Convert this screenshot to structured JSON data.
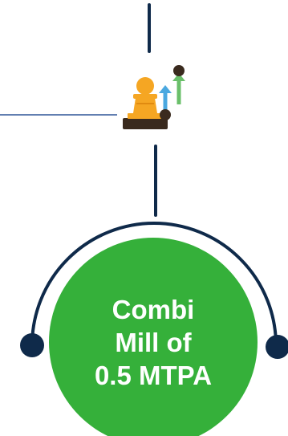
{
  "milestone": {
    "label_lines": [
      "Combi",
      "Mill of",
      "0.5 MTPA"
    ],
    "icon": "chess-pawn-growth-icon"
  },
  "colors": {
    "navy_line": "#0f2a4a",
    "blue_line": "#2f5597",
    "green_fill": "#35b03a",
    "dot": "#0f2a4a",
    "pawn": "#f5a623",
    "pawn_base": "#3a2a1e",
    "arrow_blue": "#4aa8e0",
    "arrow_green": "#6abf6a"
  }
}
